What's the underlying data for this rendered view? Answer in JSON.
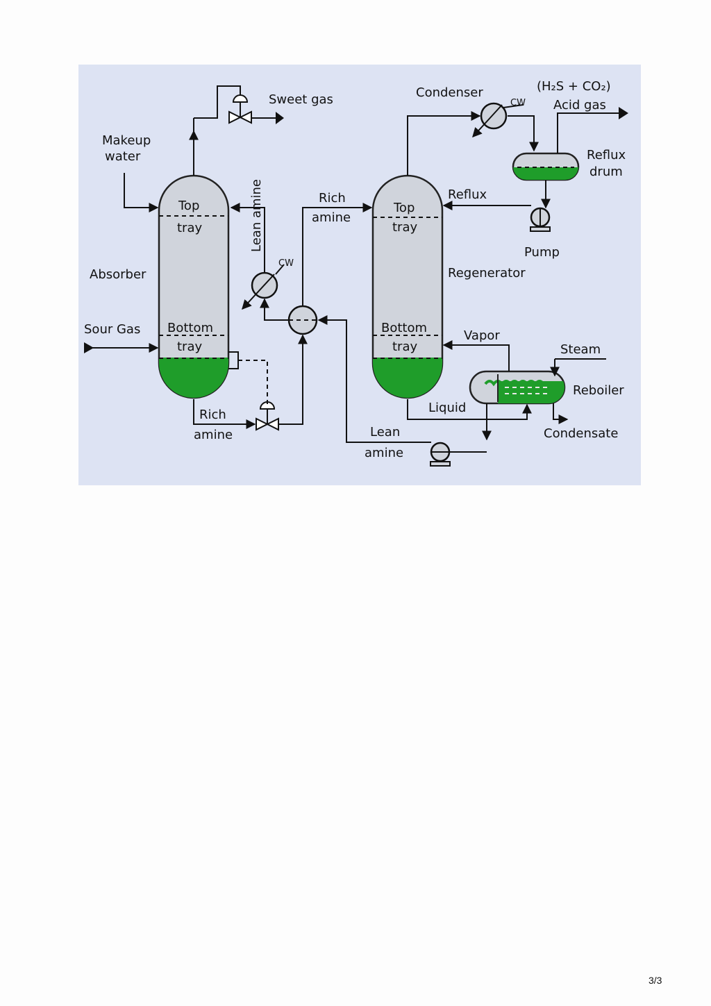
{
  "diagram": {
    "background_color": "#dde3f3",
    "vessel_fill": "#d0d4dc",
    "liquid_color": "#1f9d2a",
    "labels": {
      "acid_formula": "(H₂S + CO₂)",
      "sweet_gas": "Sweet gas",
      "condenser": "Condenser",
      "cw_condenser": "CW",
      "acid_gas": "Acid gas",
      "makeup_water_1": "Makeup",
      "makeup_water_2": "water",
      "reflux_drum_1": "Reflux",
      "reflux_drum_2": "drum",
      "abs_top_1": "Top",
      "abs_top_2": "tray",
      "rich_amine_top_1": "Rich",
      "rich_amine_top_2": "amine",
      "reflux": "Reflux",
      "reg_top_1": "Top",
      "reg_top_2": "tray",
      "lean_amine_vertical": "Lean amine",
      "pump": "Pump",
      "cw_cooler": "CW",
      "absorber": "Absorber",
      "regenerator": "Regenerator",
      "sour_gas": "Sour Gas",
      "abs_bottom_1": "Bottom",
      "abs_bottom_2": "tray",
      "reg_bottom_1": "Bottom",
      "reg_bottom_2": "tray",
      "vapor": "Vapor",
      "steam": "Steam",
      "reboiler": "Reboiler",
      "liquid": "Liquid",
      "rich_amine_bottom_1": "Rich",
      "rich_amine_bottom_2": "amine",
      "lean_amine_bottom_1": "Lean",
      "lean_amine_bottom_2": "amine",
      "condensate": "Condensate"
    }
  },
  "page": {
    "page_number": "3/3"
  }
}
